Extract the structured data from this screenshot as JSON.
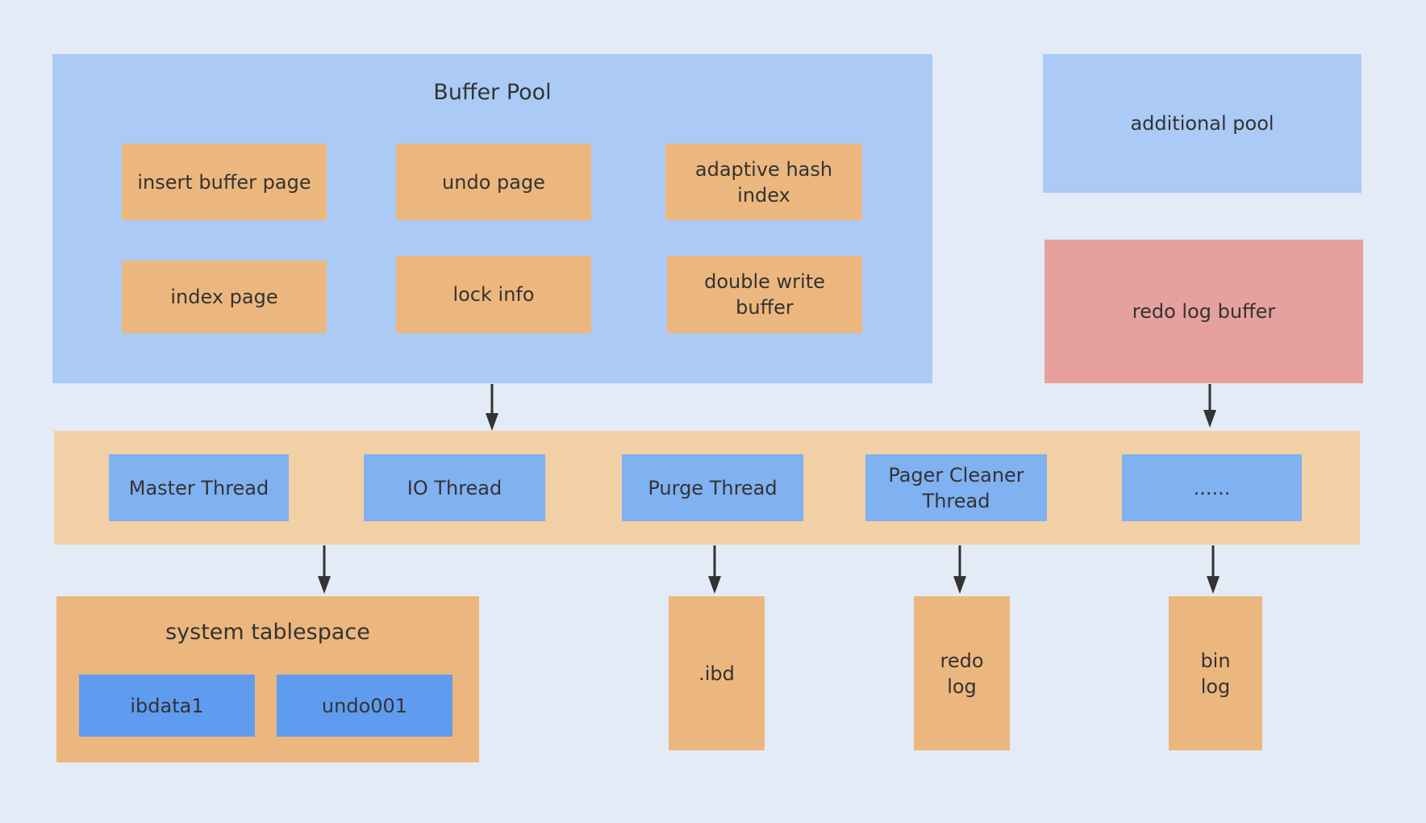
{
  "colors": {
    "background": "#e3ebf6",
    "light_blue": "#abcbf6",
    "orange": "#ecb77e",
    "peach": "#f2d0a6",
    "thread_blue": "#80b1f1",
    "file_blue": "#5f9cef",
    "red": "#e6a19e",
    "arrow": "#333333"
  },
  "buffer_pool": {
    "title": "Buffer Pool",
    "items": [
      {
        "label": "insert buffer page"
      },
      {
        "label": "undo page"
      },
      {
        "label": "adaptive hash\nindex"
      },
      {
        "label": "index page"
      },
      {
        "label": "lock info"
      },
      {
        "label": "double write\nbuffer"
      }
    ]
  },
  "additional_pool": {
    "label": "additional pool"
  },
  "redo_log_buffer": {
    "label": "redo log buffer"
  },
  "threads": [
    {
      "label": "Master Thread"
    },
    {
      "label": "IO Thread"
    },
    {
      "label": "Purge Thread"
    },
    {
      "label": "Pager Cleaner\nThread"
    },
    {
      "label": "......"
    }
  ],
  "system_tablespace": {
    "title": "system tablespace",
    "files": [
      {
        "label": "ibdata1"
      },
      {
        "label": "undo001"
      }
    ]
  },
  "files": [
    {
      "label": ".ibd"
    },
    {
      "label": "redo\nlog"
    },
    {
      "label": "bin\nlog"
    }
  ]
}
